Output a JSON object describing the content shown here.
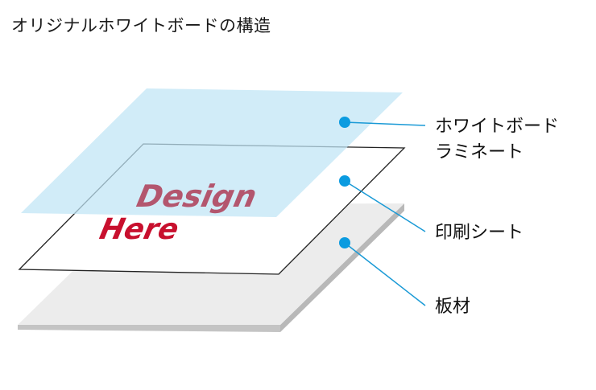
{
  "title": "オリジナルホワイトボードの構造",
  "artwork": {
    "line1": "Design",
    "line2": "Here"
  },
  "layers": [
    {
      "label_lines": [
        "ホワイトボード",
        "ラミネート"
      ]
    },
    {
      "label_lines": [
        "印刷シート"
      ]
    },
    {
      "label_lines": [
        "板材"
      ]
    }
  ],
  "colors": {
    "laminate": "#cdeaf7",
    "board": "#ececec",
    "board_edge": "#c4c4c4",
    "sheet_stroke": "#222222",
    "design_primary": "#c8102e",
    "leader": "#1a9ad6",
    "dot": "#0b9be0"
  }
}
